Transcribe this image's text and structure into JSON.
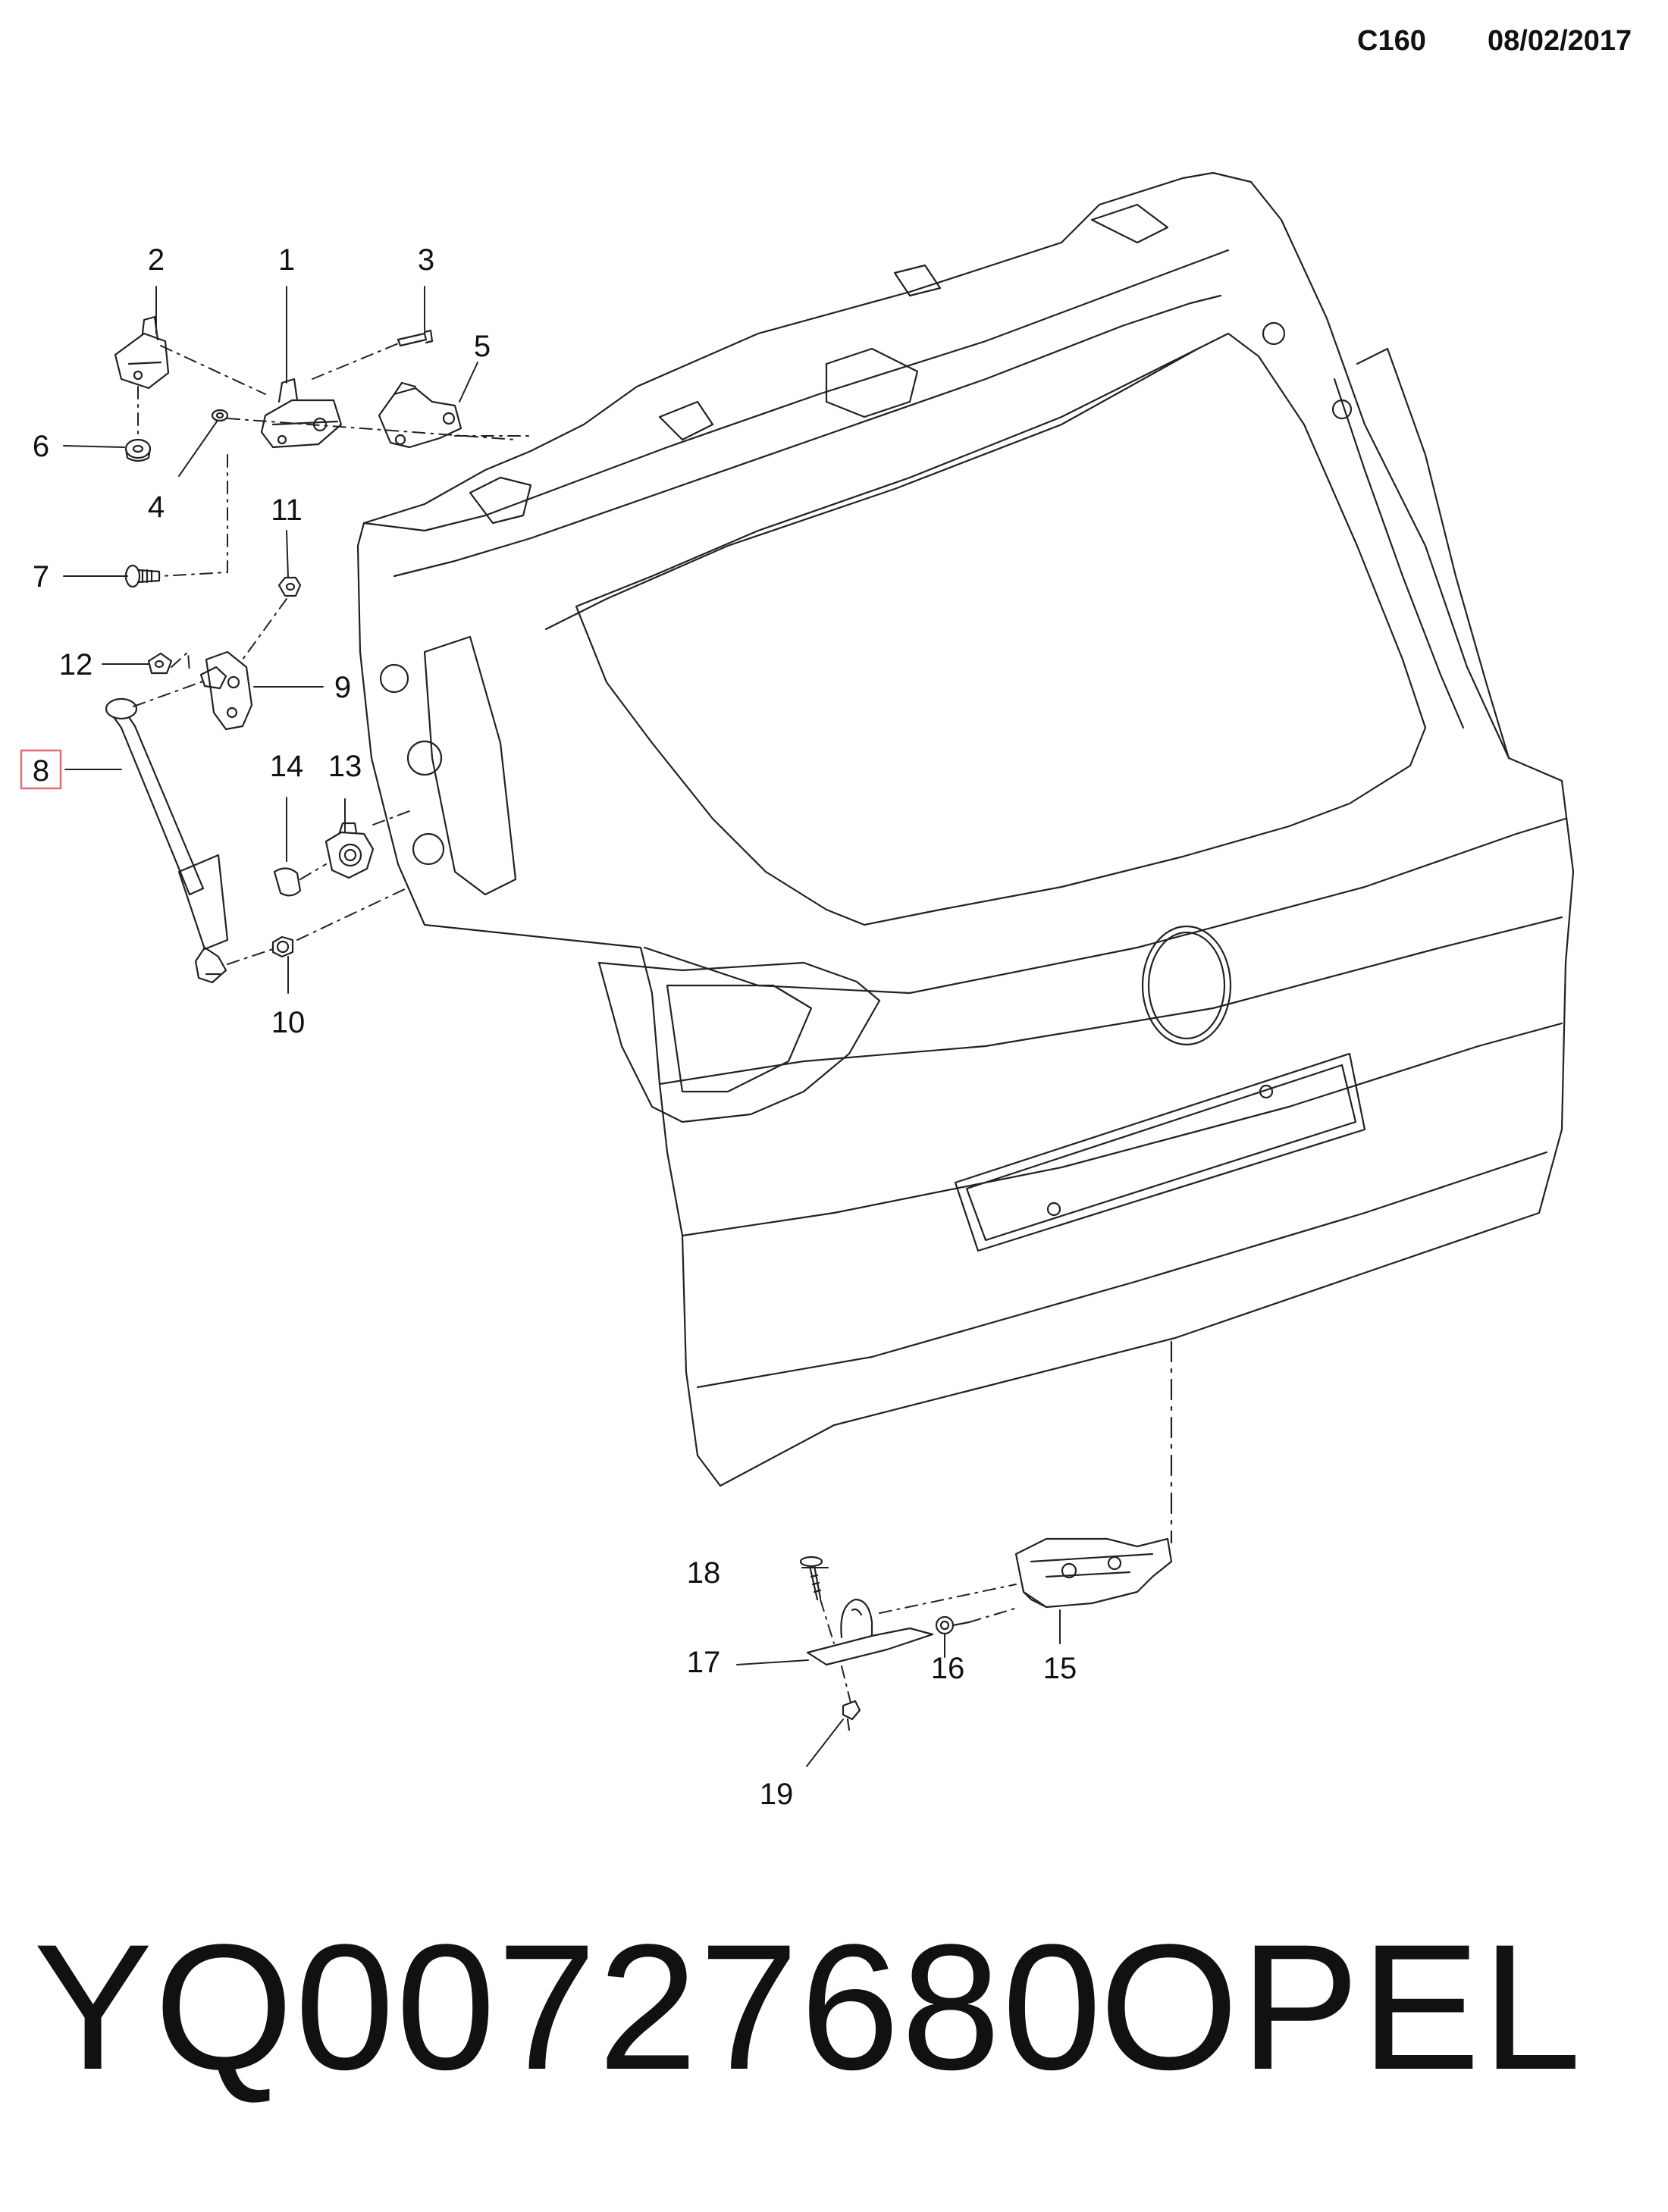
{
  "header": {
    "code": "C160",
    "date": "08/02/2017"
  },
  "footer": {
    "part_number": "YQ00727680",
    "brand": "OPEL"
  },
  "diagram": {
    "highlight_color": "#e06a78",
    "highlighted_label": "8",
    "callouts": [
      "1",
      "2",
      "3",
      "4",
      "5",
      "6",
      "7",
      "8",
      "9",
      "10",
      "11",
      "12",
      "13",
      "14",
      "15",
      "16",
      "17",
      "18",
      "19"
    ]
  }
}
